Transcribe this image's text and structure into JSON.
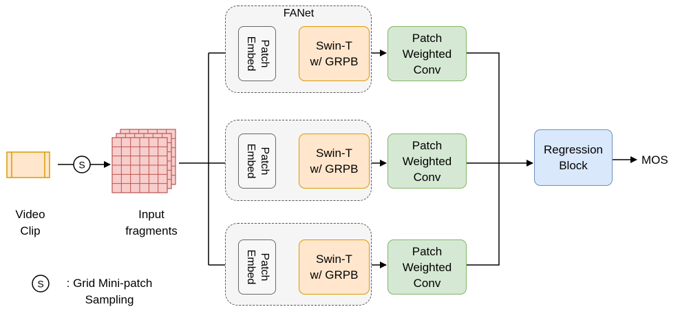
{
  "video_clip": {
    "label": "Video\nClip"
  },
  "sampling": {
    "symbol": "S",
    "legend_text": ": Grid Mini-patch\nSampling"
  },
  "fragments": {
    "label": "Input\nfragments"
  },
  "fanet": {
    "title": "FANet"
  },
  "branches": [
    {
      "embed": "Patch\nEmbed",
      "swin": "Swin-T\nw/ GRPB",
      "conv": "Patch\nWeighted\nConv"
    },
    {
      "embed": "Patch\nEmbed",
      "swin": "Swin-T\nw/ GRPB",
      "conv": "Patch\nWeighted\nConv"
    },
    {
      "embed": "Patch\nEmbed",
      "swin": "Swin-T\nw/ GRPB",
      "conv": "Patch\nWeighted\nConv"
    }
  ],
  "regression": {
    "label": "Regression\nBlock"
  },
  "output": {
    "label": "MOS"
  },
  "colors": {
    "clip_fill": "#ffe6cc",
    "clip_stroke": "#d79b00",
    "grid_fill": "#f8cecc",
    "grid_stroke": "#b85450",
    "swin_fill": "#ffe6cc",
    "swin_stroke": "#d79b00",
    "conv_fill": "#d5e8d4",
    "conv_stroke": "#82b366",
    "regression_fill": "#dae8fc",
    "regression_stroke": "#6c8ebf"
  }
}
